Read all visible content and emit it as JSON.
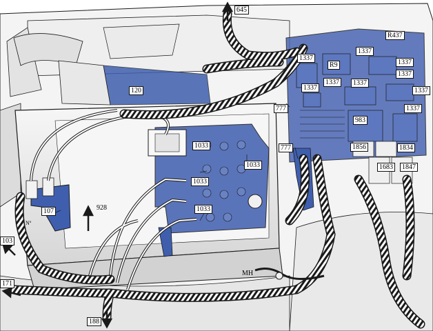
{
  "colors": {
    "highlight": "#3f5fae",
    "highlight_fill": "#4a67b3",
    "line": "#1a1a1a",
    "body": "#f2f2f2",
    "shadow": "#c9c9c9"
  },
  "callouts": {
    "c645": "645",
    "r437": "R437",
    "c1337_a": "1337",
    "c1337_b": "1337",
    "c1337_c": "1337",
    "c1337_d": "1337",
    "c1337_e": "1337",
    "c1337_f": "1337",
    "c1337_g": "1337",
    "c1337_h": "1337",
    "c1337_i": "1337",
    "r9": "R9",
    "c120": "120",
    "c777_a": "777",
    "c777_b": "777",
    "c983": "983",
    "c1856": "1856",
    "c1834": "1834",
    "c1683": "1683",
    "c1847": "1847",
    "c1033_a": "1033",
    "c1033_b": "1033",
    "c1033_c": "1033",
    "c1033_d": "1033",
    "c928": "928",
    "c107": "107",
    "c103": "103",
    "c171": "171",
    "c188": "188",
    "mh": "MH",
    "ne": "Nº"
  }
}
